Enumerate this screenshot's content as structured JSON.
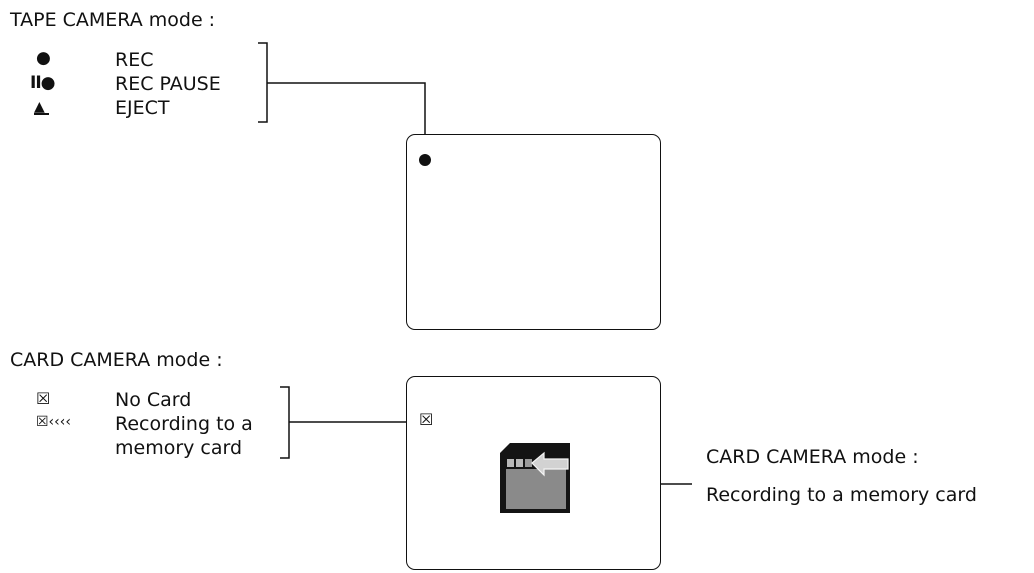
{
  "tape_section": {
    "title": "TAPE CAMERA mode :",
    "items": [
      {
        "symbol": "●",
        "label": "REC"
      },
      {
        "symbol": "II●",
        "label": "REC PAUSE"
      },
      {
        "symbol": "▲",
        "label": "EJECT"
      }
    ]
  },
  "card_section": {
    "title": "CARD CAMERA mode :",
    "items": [
      {
        "symbol": "☒",
        "label": "No Card"
      },
      {
        "symbol": "☒‹‹‹‹",
        "label": "Recording to a",
        "label2": "memory card"
      }
    ],
    "screen_symbol": "☒",
    "callout_title": "CARD CAMERA mode :",
    "callout_text": "Recording to a memory card"
  }
}
